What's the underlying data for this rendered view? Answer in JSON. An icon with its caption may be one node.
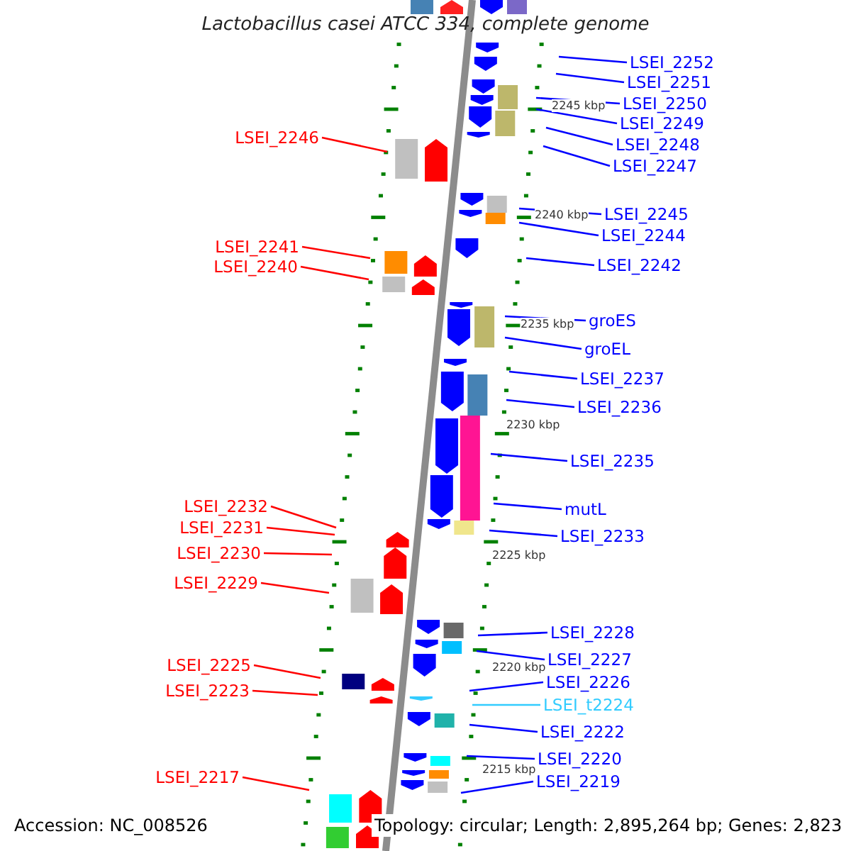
{
  "diagram": {
    "title": "Lactobacillus casei ATCC 334, complete genome",
    "nodes": [
      {
        "text": [
          "LSEI_2252"
        ]
      },
      {
        "text": [
          "LSEI_2251"
        ]
      },
      {
        "text": [
          "LSEI_2250"
        ]
      },
      {
        "text": [
          "LSEI_2249"
        ]
      },
      {
        "text": [
          "LSEI_2246"
        ]
      },
      {
        "text": [
          "LSEI_2248"
        ]
      },
      {
        "text": [
          "LSEI_2247"
        ]
      },
      {
        "text": [
          "LSEI_2245"
        ]
      },
      {
        "text": [
          "LSEI_2244"
        ]
      },
      {
        "text": [
          "LSEI_2241"
        ]
      },
      {
        "text": [
          "LSEI_2242"
        ]
      },
      {
        "text": [
          "LSEI_2240"
        ]
      },
      {
        "text": [
          "groES"
        ]
      },
      {
        "text": [
          "groEL"
        ]
      },
      {
        "text": [
          "LSEI_2237"
        ]
      },
      {
        "text": [
          "LSEI_2236"
        ]
      },
      {
        "text": [
          "LSEI_2235"
        ]
      },
      {
        "text": [
          "LSEI_2232"
        ]
      },
      {
        "text": [
          "mutL"
        ]
      },
      {
        "text": [
          "LSEI_2231"
        ]
      },
      {
        "text": [
          "LSEI_2233"
        ]
      },
      {
        "text": [
          "LSEI_2230"
        ]
      },
      {
        "text": [
          "LSEI_2229"
        ]
      },
      {
        "text": [
          "LSEI_2228"
        ]
      },
      {
        "text": [
          "LSEI_2227"
        ]
      },
      {
        "text": [
          "LSEI_2225"
        ]
      },
      {
        "text": [
          "LSEI_2226"
        ]
      },
      {
        "text": [
          "LSEI_2223"
        ]
      },
      {
        "text": [
          "LSEI_t2224"
        ]
      },
      {
        "text": [
          "LSEI_2222"
        ]
      },
      {
        "text": [
          "LSEI_2220"
        ]
      },
      {
        "text": [
          "LSEI_2217"
        ]
      },
      {
        "text": [
          "LSEI_2219"
        ]
      }
    ],
    "edges": [
      {
        "from": 0,
        "to": null,
        "arrow": "none"
      },
      {
        "from": 1,
        "to": null,
        "arrow": "none"
      },
      {
        "from": 2,
        "to": null,
        "arrow": "none"
      },
      {
        "from": 3,
        "to": null,
        "arrow": "none"
      },
      {
        "from": 4,
        "to": null,
        "arrow": "none",
        "color": "#ff0000"
      },
      {
        "from": 5,
        "to": null,
        "arrow": "none"
      },
      {
        "from": 6,
        "to": null,
        "arrow": "none"
      },
      {
        "from": 7,
        "to": null,
        "arrow": "none"
      },
      {
        "from": 8,
        "to": null,
        "arrow": "none"
      },
      {
        "from": 9,
        "to": null,
        "arrow": "none",
        "color": "#ff0000"
      },
      {
        "from": 10,
        "to": null,
        "arrow": "none"
      },
      {
        "from": 11,
        "to": null,
        "arrow": "none",
        "color": "#ff0000"
      },
      {
        "from": 12,
        "to": null,
        "arrow": "none"
      },
      {
        "from": 13,
        "to": null,
        "arrow": "none"
      },
      {
        "from": 14,
        "to": null,
        "arrow": "none"
      },
      {
        "from": 15,
        "to": null,
        "arrow": "none"
      },
      {
        "from": 16,
        "to": null,
        "arrow": "none"
      },
      {
        "from": 17,
        "to": null,
        "arrow": "none",
        "color": "#ff0000"
      },
      {
        "from": 18,
        "to": null,
        "arrow": "none"
      },
      {
        "from": 19,
        "to": null,
        "arrow": "none",
        "color": "#ff0000"
      },
      {
        "from": 20,
        "to": null,
        "arrow": "none"
      },
      {
        "from": 21,
        "to": null,
        "arrow": "none",
        "color": "#ff0000"
      },
      {
        "from": 22,
        "to": null,
        "arrow": "none",
        "color": "#ff0000"
      },
      {
        "from": 23,
        "to": null,
        "arrow": "none"
      },
      {
        "from": 24,
        "to": null,
        "arrow": "none"
      },
      {
        "from": 25,
        "to": null,
        "arrow": "none",
        "color": "#ff0000"
      },
      {
        "from": 26,
        "to": null,
        "arrow": "none"
      },
      {
        "from": 27,
        "to": null,
        "arrow": "none",
        "color": "#ff0000"
      },
      {
        "from": 28,
        "to": null,
        "arrow": "none",
        "color": "#33ccff"
      },
      {
        "from": 29,
        "to": null,
        "arrow": "none"
      },
      {
        "from": 30,
        "to": null,
        "arrow": "none"
      },
      {
        "from": 31,
        "to": null,
        "arrow": "none",
        "color": "#ff0000"
      },
      {
        "from": 32,
        "to": null,
        "arrow": "none"
      }
    ],
    "labels": [
      "2245 kbp",
      "2240 kbp",
      "2235 kbp",
      "2230 kbp",
      "2225 kbp",
      "2220 kbp",
      "2215 kbp",
      "Accession: NC_008526",
      "Topology: circular; Length: 2,895,264 bp; Genes: 2,823"
    ]
  }
}
